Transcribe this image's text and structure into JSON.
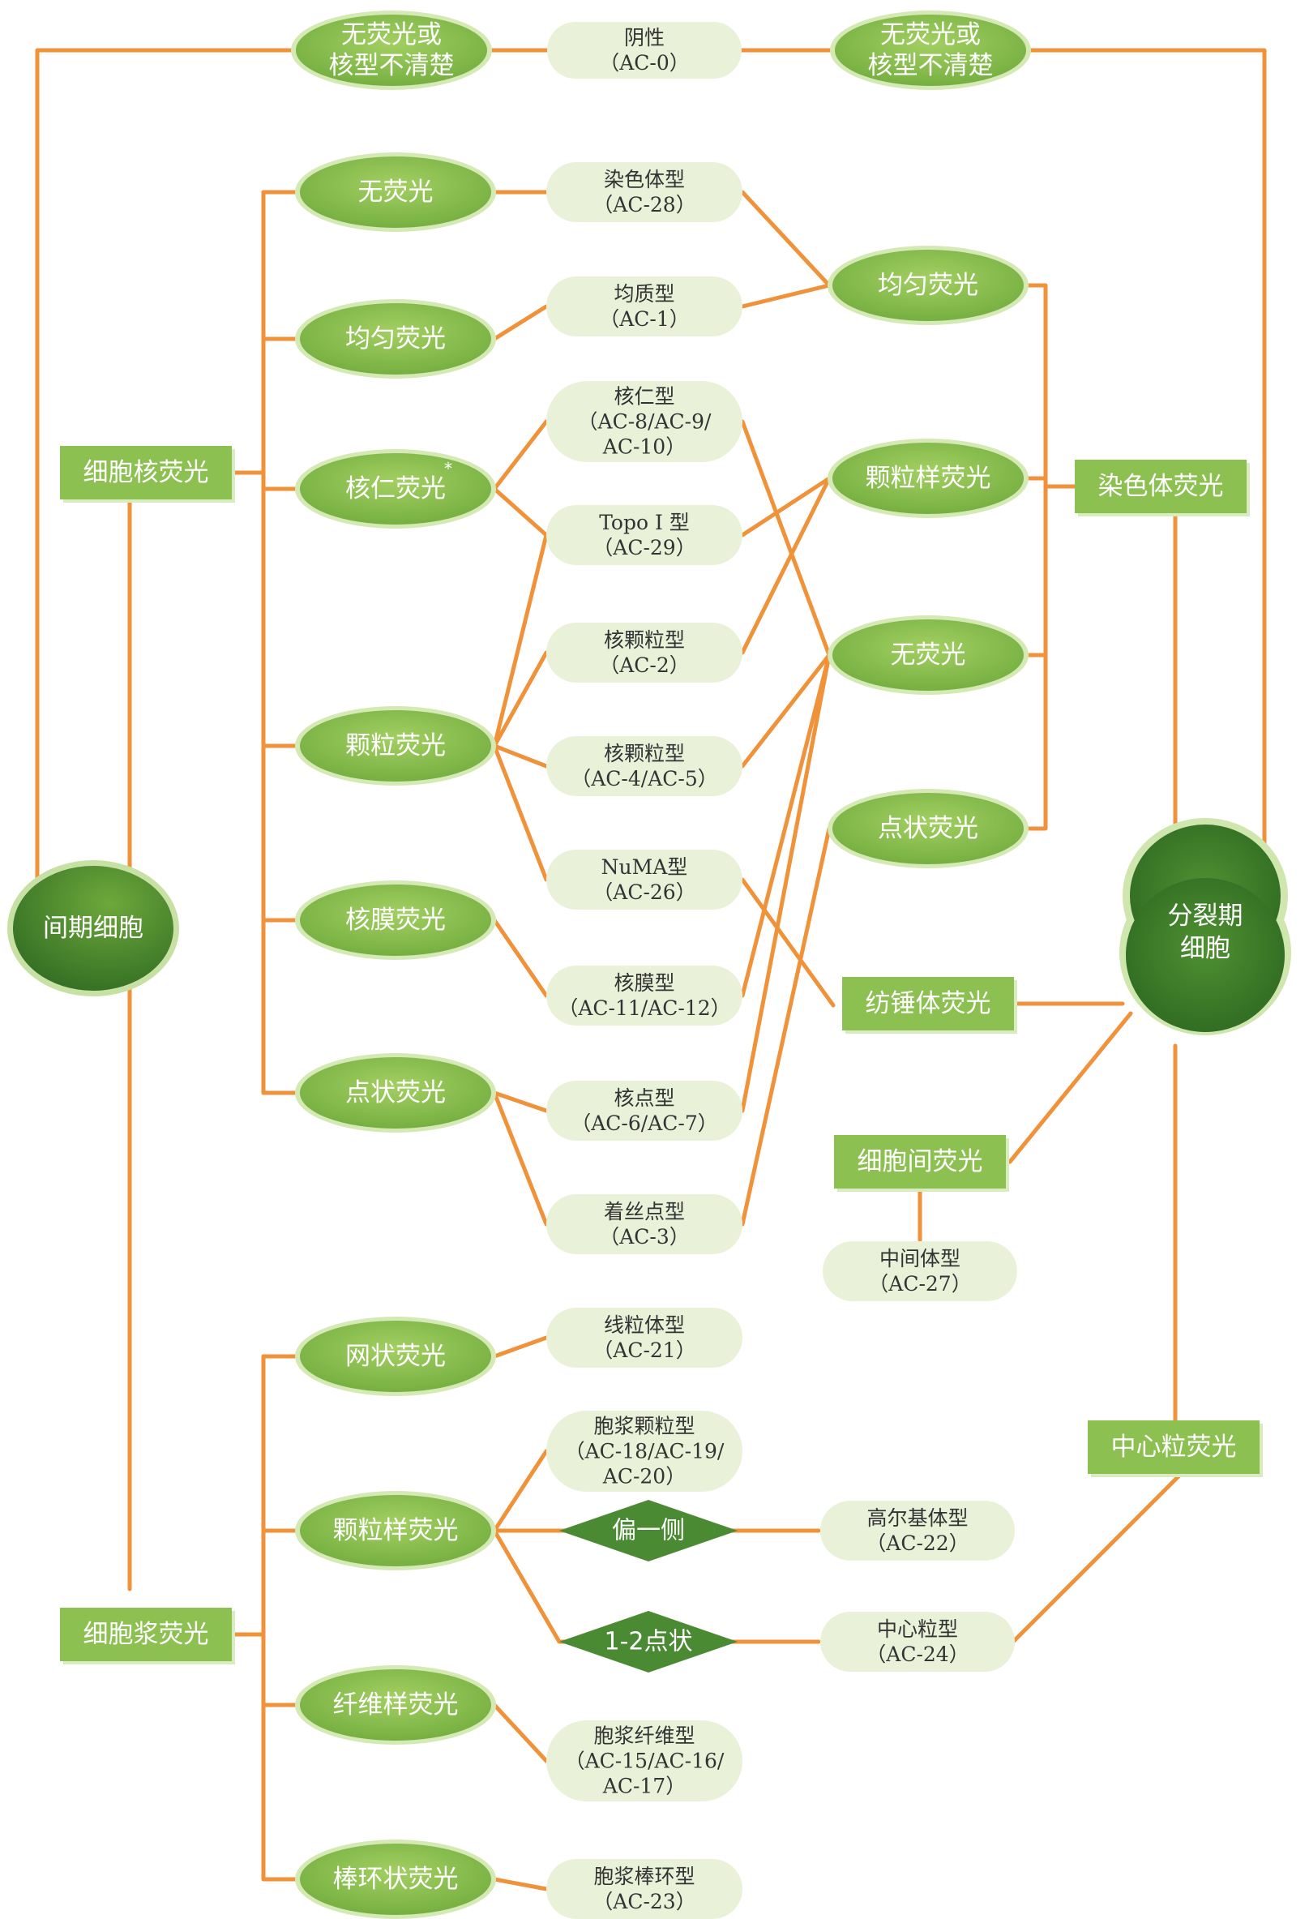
{
  "colors": {
    "line": "#f0923a",
    "green_light": "#8cc050",
    "green_dark": "#4a8a32",
    "pill_fill": "#e9f2d9",
    "text_white": "#ffffff",
    "text_dark": "#333333"
  },
  "left_root": "间期细胞",
  "right_root": [
    "分裂期",
    "细胞"
  ],
  "top_row": {
    "left_none": [
      "无荧光或",
      "核型不清楚"
    ],
    "negative": [
      "阴性",
      "（AC-0）"
    ],
    "right_none": [
      "无荧光或",
      "核型不清楚"
    ]
  },
  "categories": {
    "nuclear": "细胞核荧光",
    "cytoplasmic": "细胞浆荧光",
    "chromosome": "染色体荧光",
    "spindle": "纺锤体荧光",
    "intercellular": "细胞间荧光",
    "centriole": "中心粒荧光"
  },
  "nuclear_patterns": [
    "无荧光",
    "均匀荧光",
    "核仁荧光",
    "颗粒荧光",
    "核膜荧光",
    "点状荧光"
  ],
  "nucleolar_mark": "*",
  "nuclear_types": [
    [
      "染色体型",
      "（AC-28）"
    ],
    [
      "均质型",
      "（AC-1）"
    ],
    [
      "核仁型",
      "（AC-8/AC-9/",
      "AC-10）"
    ],
    [
      "Topo I 型",
      "（AC-29）"
    ],
    [
      "核颗粒型",
      "（AC-2）"
    ],
    [
      "核颗粒型",
      "（AC-4/AC-5）"
    ],
    [
      "NuMA型",
      "（AC-26）"
    ],
    [
      "核膜型",
      "（AC-11/AC-12）"
    ],
    [
      "核点型",
      "（AC-6/AC-7）"
    ],
    [
      "着丝点型",
      "（AC-3）"
    ]
  ],
  "mitotic_patterns": [
    "均匀荧光",
    "颗粒样荧光",
    "无荧光",
    "点状荧光"
  ],
  "midbody_type": [
    "中间体型",
    "（AC-27）"
  ],
  "cyto_patterns": [
    "网状荧光",
    "颗粒样荧光",
    "纤维样荧光",
    "棒环状荧光"
  ],
  "cyto_types": [
    [
      "线粒体型",
      "（AC-21）"
    ],
    [
      "胞浆颗粒型",
      "（AC-18/AC-19/",
      "AC-20）"
    ],
    [
      "胞浆纤维型",
      "（AC-15/AC-16/",
      "AC-17）"
    ],
    [
      "胞浆棒环型",
      "（AC-23）"
    ]
  ],
  "diamonds": [
    "偏一侧",
    "1-2点状"
  ],
  "golgi_type": [
    "高尔基体型",
    "（AC-22）"
  ],
  "centriole_type": [
    "中心粒型",
    "（AC-24）"
  ]
}
